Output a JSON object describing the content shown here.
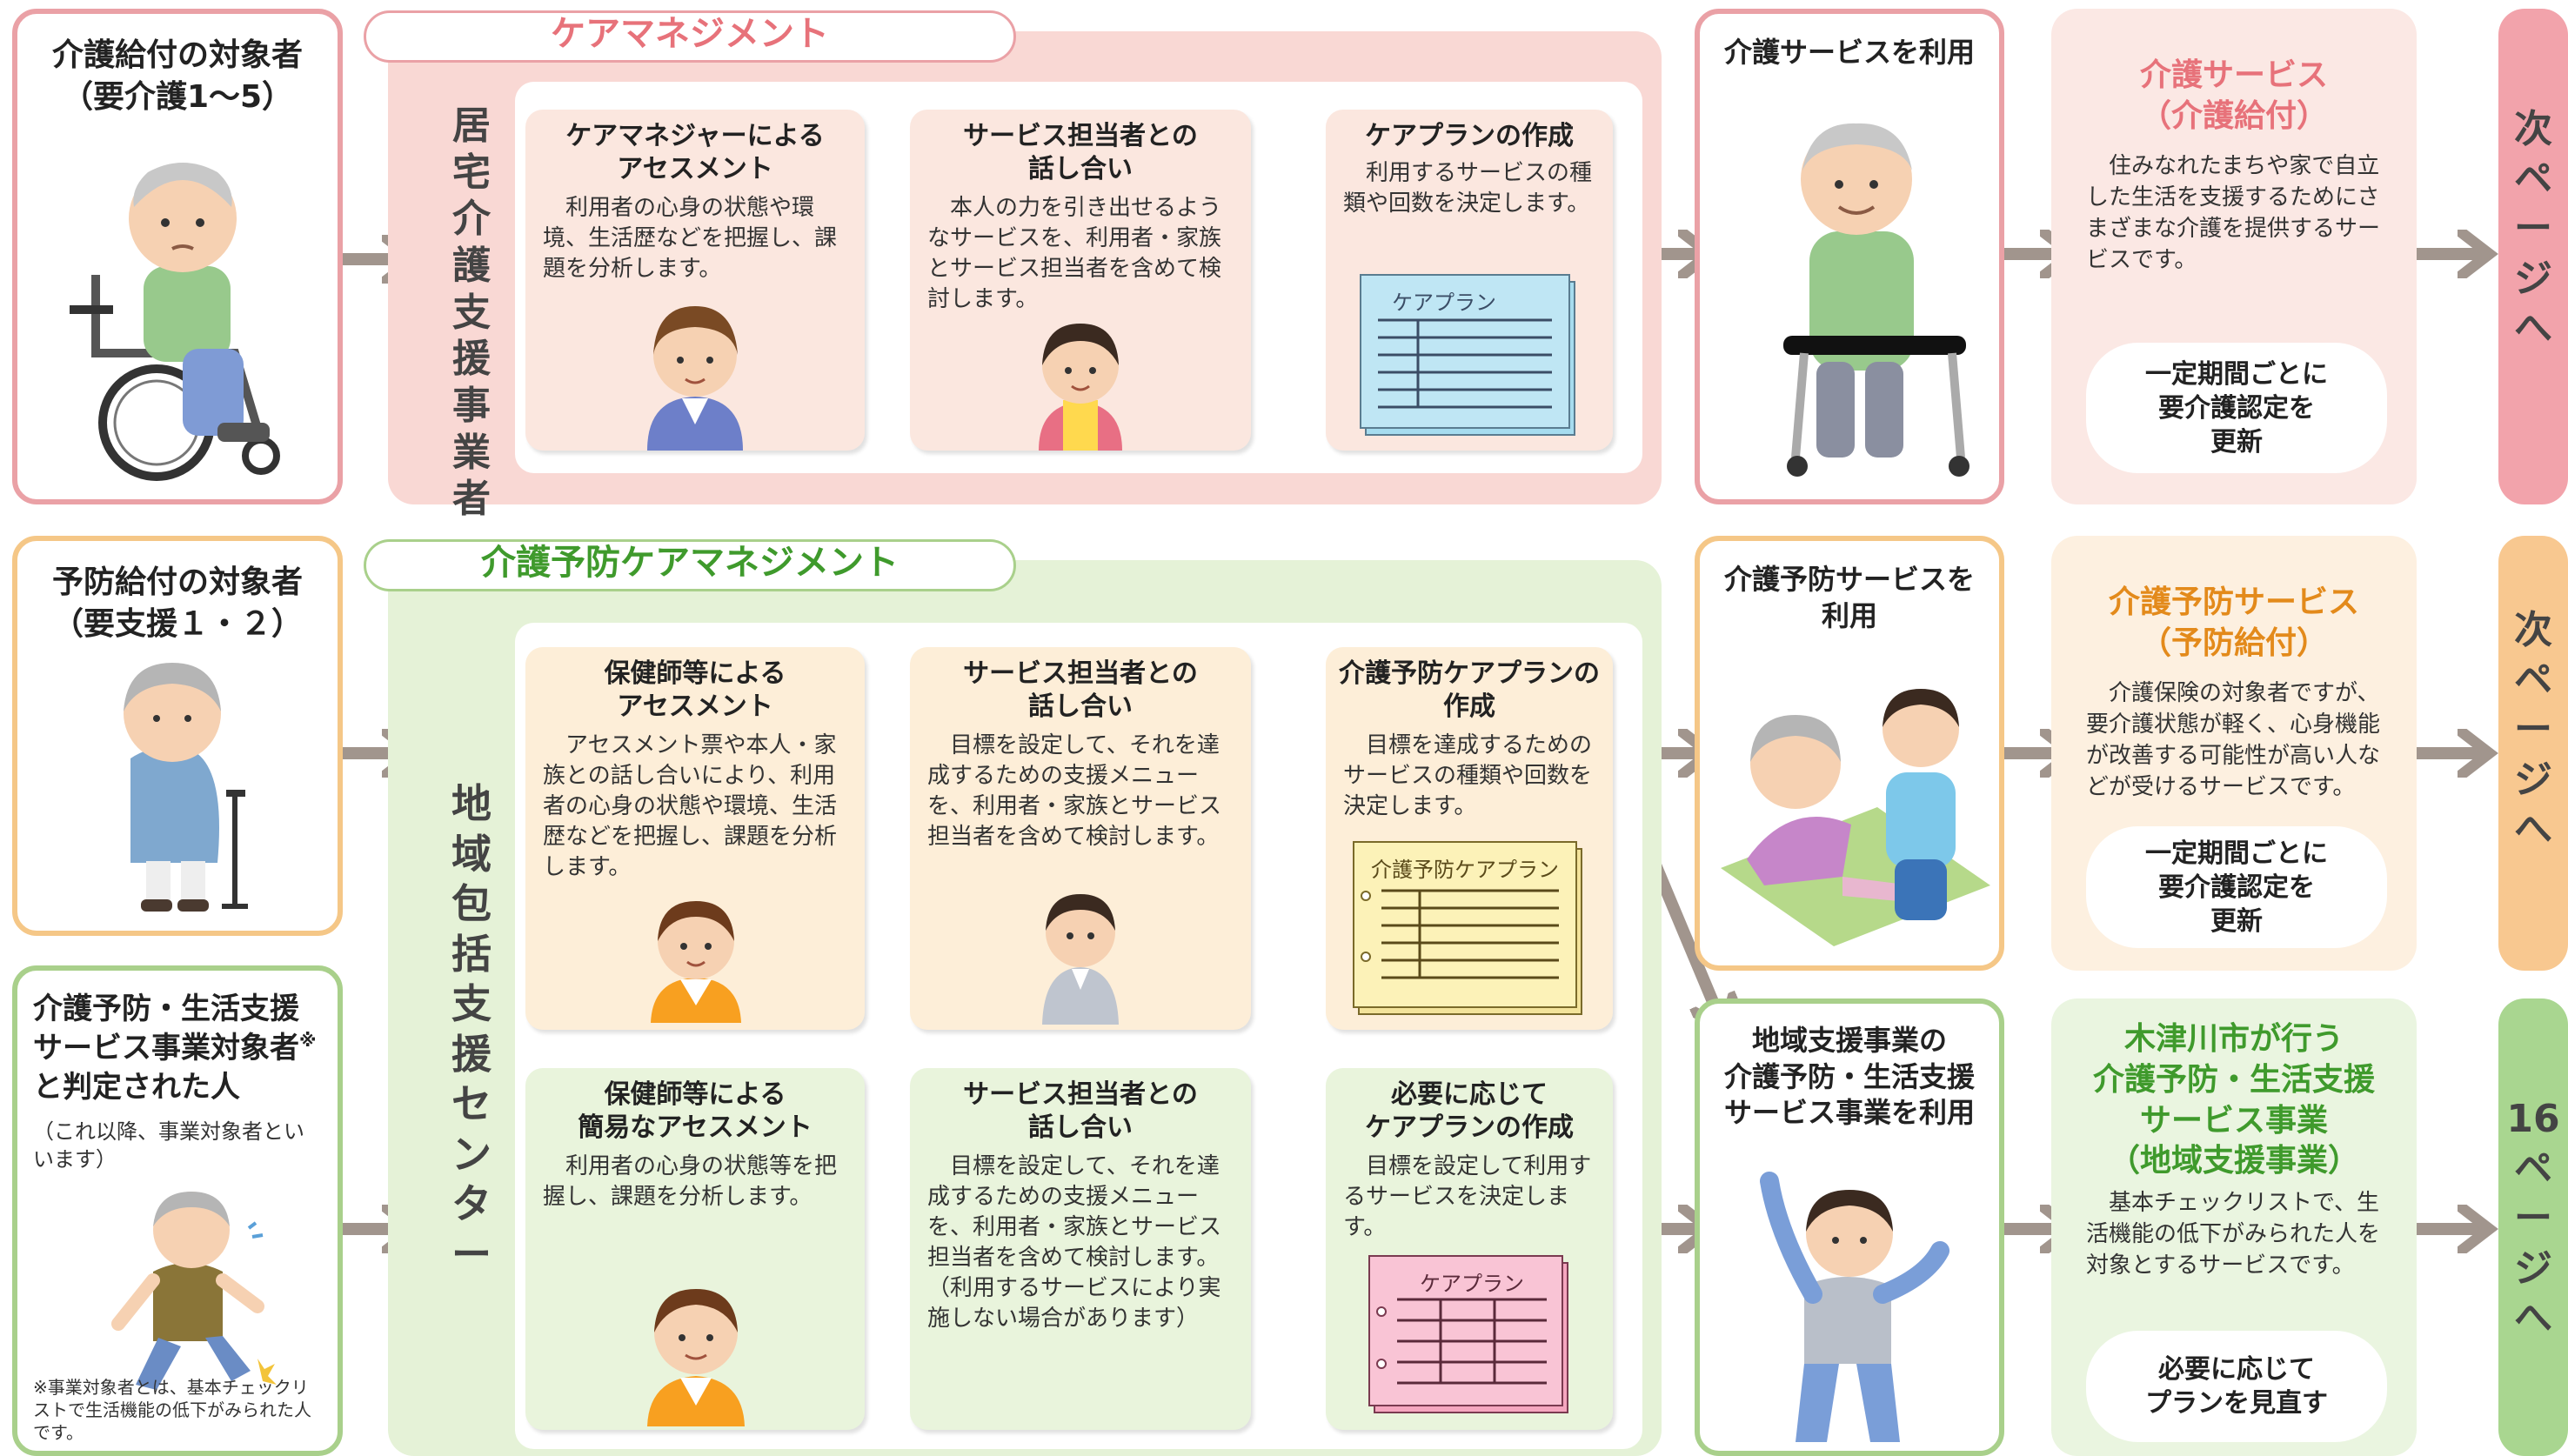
{
  "colors": {
    "pink_border": "#eaa1a6",
    "pink_panel": "#f9d8d4",
    "pink_step": "#fbe7df",
    "pink_title": "#e7727a",
    "pink_tab": "#f2a3ab",
    "orange_border": "#f5c787",
    "orange_step": "#fdeed8",
    "orange_title": "#e38a1b",
    "orange_tab": "#f8c890",
    "green_border": "#a9d08b",
    "green_panel": "#e5f2d7",
    "green_step": "#e9f4dc",
    "green_title": "#3f9a2c",
    "green_tab": "#a9d690",
    "result_pink": "#fbe8e4",
    "result_orange": "#fdf0e0",
    "result_green": "#eaf5e0",
    "arrow": "#a1958d"
  },
  "top": {
    "target": {
      "title": "介護給付の対象者\n（要介護1～5）",
      "icon": "wheelchair-elder-icon"
    },
    "panel_label": "ケアマネジメント",
    "panel_side": "居宅介護支援事業者",
    "steps": [
      {
        "title": "ケアマネジャーによる\nアセスメント",
        "body": "利用者の心身の状態や環境、生活歴などを把握し、課題を分析します。",
        "icon": "care-manager-icon"
      },
      {
        "title": "サービス担当者との\n話し合い",
        "body": "本人の力を引き出せるようなサービスを、利用者・家族とサービス担当者を含めて検討します。",
        "icon": "staff-woman-icon"
      },
      {
        "title": "ケアプランの作成",
        "body": "利用するサービスの種類や回数を決定します。",
        "icon": "care-plan-document-icon",
        "doc_label": "ケアプラン"
      }
    ],
    "service": {
      "title": "介護サービスを利用",
      "icon": "walker-elder-icon"
    },
    "result": {
      "title": "介護サービス\n（介護給付）",
      "body": "住みなれたまちや家で自立した生活を支援するためにさまざまな介護を提供するサービスです。",
      "pill": "一定期間ごとに\n要介護認定を\n更新"
    },
    "tab": "次\nペ\nー\nジ\nへ"
  },
  "middle": {
    "target": {
      "title": "予防給付の対象者\n（要支援１・２）",
      "icon": "cane-elder-icon"
    },
    "panel_label": "介護予防ケアマネジメント",
    "panel_side": "地域包括支援センター",
    "steps": [
      {
        "title": "保健師等による\nアセスメント",
        "body": "アセスメント票や本人・家族との話し合いにより、利用者の心身の状態や環境、生活歴などを把握し、課題を分析します。",
        "icon": "nurse-icon"
      },
      {
        "title": "サービス担当者との\n話し合い",
        "body": "目標を設定して、それを達成するための支援メニューを、利用者・家族とサービス担当者を含めて検討します。",
        "icon": "staff-man-icon"
      },
      {
        "title": "介護予防ケアプランの\n作成",
        "body": "目標を達成するためのサービスの種類や回数を決定します。",
        "icon": "prevention-plan-document-icon",
        "doc_label": "介護予防ケアプラン"
      }
    ],
    "service": {
      "title": "介護予防サービスを\n利用",
      "icon": "exercise-pair-icon"
    },
    "result": {
      "title": "介護予防サービス\n（予防給付）",
      "body": "介護保険の対象者ですが、要介護状態が軽く、心身機能が改善する可能性が高い人などが受けるサービスです。",
      "pill": "一定期間ごとに\n要介護認定を\n更新"
    },
    "tab": "次\nペ\nー\nジ\nへ"
  },
  "bottom": {
    "target": {
      "title": "介護予防・生活支援\nサービス事業対象者",
      "title_mark": "※",
      "title2": "と判定された人",
      "sub": "（これ以降、事業対象者といいます）",
      "note": "※事業対象者とは、基本チェックリストで生活機能の低下がみられた人です。",
      "icon": "stumbling-elder-icon"
    },
    "steps": [
      {
        "title": "保健師等による\n簡易なアセスメント",
        "body": "利用者の心身の状態等を把握し、課題を分析します。",
        "icon": "nurse-icon"
      },
      {
        "title": "サービス担当者との\n話し合い",
        "body": "目標を設定して、それを達成するための支援メニューを、利用者・家族とサービス担当者を含めて検討します。（利用するサービスにより実施しない場合があります）",
        "icon": "staff-woman-icon"
      },
      {
        "title": "必要に応じて\nケアプランの作成",
        "body": "目標を設定して利用するサービスを決定します。",
        "icon": "care-plan-document-icon",
        "doc_label": "ケアプラン"
      }
    ],
    "service": {
      "title": "地域支援事業の\n介護予防・生活支援\nサービス事業を利用",
      "icon": "stretching-elder-icon"
    },
    "result": {
      "title": "木津川市が行う\n介護予防・生活支援\nサービス事業\n（地域支援事業）",
      "body": "基本チェックリストで、生活機能の低下がみられた人を対象とするサービスです。",
      "pill": "必要に応じて\nプランを見直す"
    },
    "tab": "16\nペ\nー\nジ\nへ"
  }
}
